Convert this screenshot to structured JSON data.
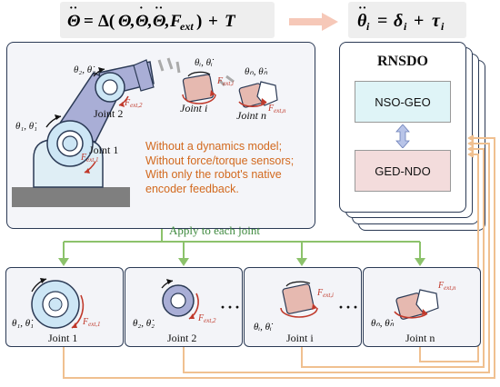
{
  "equations": {
    "main": "Θ̈ = Δ(Θ, Θ̇, Θ̈, F_ext) + T",
    "per_joint": "θ̈_i = δ_i + τ_i"
  },
  "robot": {
    "joint1_label": "Joint 1",
    "joint2_label": "Joint 2",
    "jointi_label": "Joint i",
    "jointn_label": "Joint n",
    "notes": [
      "Without a dynamics model;",
      "Without force/torque sensors;",
      "With only the robot's native",
      "encoder feedback."
    ]
  },
  "observer": {
    "title": "RNSDO",
    "upper_block": "NSO-GEO",
    "lower_block": "GED-NDO"
  },
  "apply_label": "Apply to each joint",
  "joints": [
    {
      "label": "Joint 1"
    },
    {
      "label": "Joint 2"
    },
    {
      "label": "Joint i"
    },
    {
      "label": "Joint n"
    }
  ],
  "ellipsis": "···",
  "colors": {
    "navy": "#2b3a55",
    "orange_text": "#d2691e",
    "force_red": "#c0392b",
    "green_arrow": "#8cc26b",
    "peach_arrow": "#f0c090",
    "nso_fill": "#dff4f7",
    "ged_fill": "#f3dcdc"
  }
}
